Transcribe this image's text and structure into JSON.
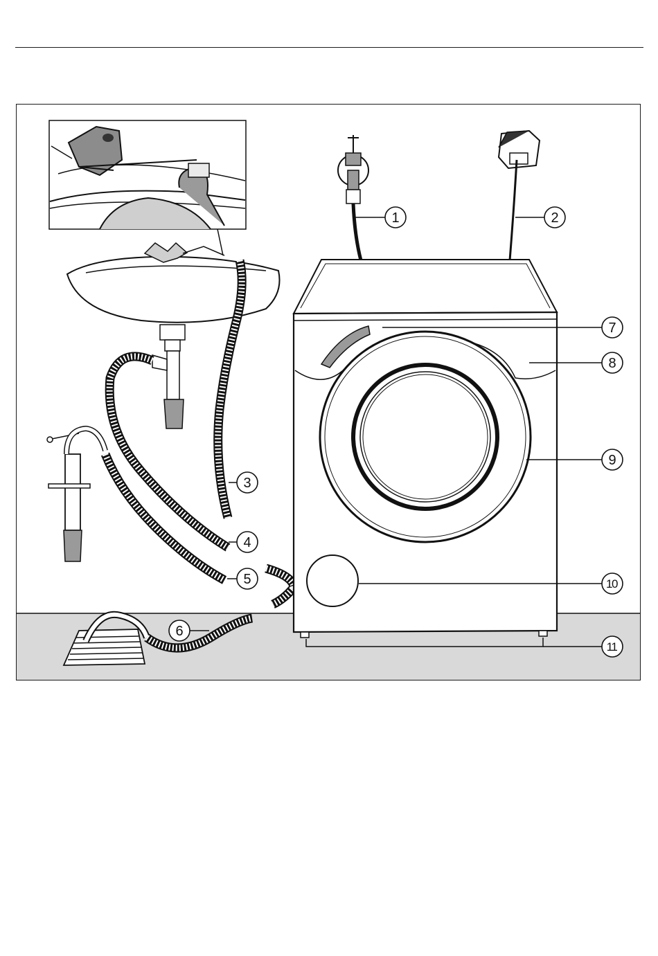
{
  "figure": {
    "callouts": [
      {
        "id": "1",
        "label": "1",
        "target": "water-inlet-hose"
      },
      {
        "id": "2",
        "label": "2",
        "target": "electrical-cable"
      },
      {
        "id": "3",
        "label": "3",
        "target": "drain-hose-over-sink"
      },
      {
        "id": "4",
        "label": "4",
        "target": "drain-hose-under-sink"
      },
      {
        "id": "5",
        "label": "5",
        "target": "drain-hose-standpipe"
      },
      {
        "id": "6",
        "label": "6",
        "target": "drain-hose-floor-gully"
      },
      {
        "id": "7",
        "label": "7",
        "target": "detergent-dispenser-drawer"
      },
      {
        "id": "8",
        "label": "8",
        "target": "control-panel"
      },
      {
        "id": "9",
        "label": "9",
        "target": "door"
      },
      {
        "id": "10",
        "label": "10",
        "target": "filter-access-panel"
      },
      {
        "id": "11",
        "label": "11",
        "target": "adjustable-feet"
      }
    ],
    "colors": {
      "line": "#111111",
      "floor": "#d9d9d9",
      "machine_body": "#ffffff",
      "shading": "#bfbfbf"
    }
  }
}
